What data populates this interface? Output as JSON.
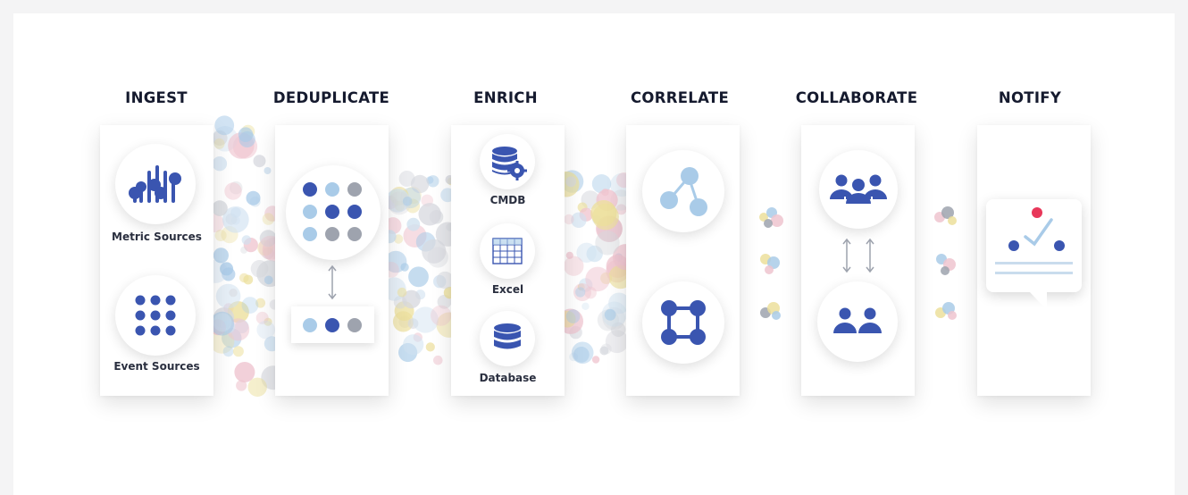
{
  "stages": [
    {
      "title": "INGEST"
    },
    {
      "title": "DEDUPLICATE"
    },
    {
      "title": "ENRICH"
    },
    {
      "title": "CORRELATE"
    },
    {
      "title": "COLLABORATE"
    },
    {
      "title": "NOTIFY"
    }
  ],
  "ingest": {
    "metric_label": "Metric Sources",
    "event_label": "Event Sources"
  },
  "enrich": {
    "cmdb_label": "CMDB",
    "excel_label": "Excel",
    "database_label": "Database"
  },
  "icons": {
    "ingest_metric": "equalizer-sliders-icon",
    "ingest_event": "dot-grid-icon",
    "dedup_grid": "dot-matrix-icon",
    "dedup_arrow": "double-arrow-vertical-icon",
    "dedup_result": "deduplicated-dots-icon",
    "enrich_cmdb": "database-gear-icon",
    "enrich_excel": "spreadsheet-icon",
    "enrich_database": "database-icon",
    "correlate_link": "linked-nodes-icon",
    "correlate_graph": "node-graph-icon",
    "collaborate_team": "team-icon",
    "collaborate_arrows": "bidirectional-arrows-icon",
    "collaborate_pair": "two-people-icon",
    "notify_message": "notification-message-icon"
  },
  "colors": {
    "primary_blue": "#3a55b0",
    "light_blue": "#a9cbe8",
    "gray": "#9ea3ae",
    "alert_red": "#e8375a",
    "yellow": "#ecdf9b",
    "pink": "#efc4cf",
    "title_text": "#151a2e"
  }
}
